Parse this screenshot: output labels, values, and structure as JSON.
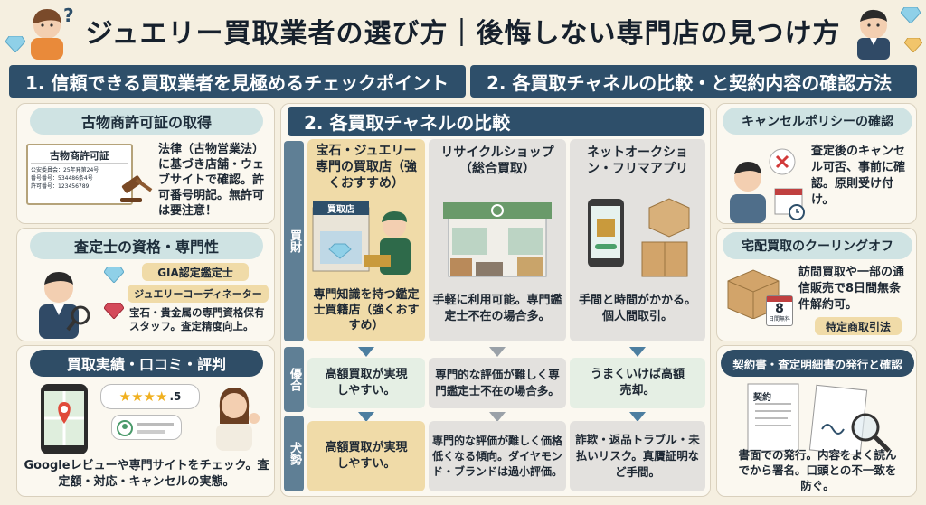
{
  "title": "ジュエリー買取業者の選び方｜後悔しない専門店の見つけ方",
  "section1": {
    "heading": "1. 信頼できる買取業者を見極めるチェックポイント",
    "license": {
      "label": "古物商許可証の取得",
      "cert_title": "古物商許可証",
      "cert_lines": [
        "公安委員会：25年発第24号",
        "番号番号：534486条4号",
        "許可番号：123456789"
      ],
      "text": "法律（古物営業法）に基づき店舗・ウェブサイトで確認。許可番号明記。無許可は要注意！"
    },
    "appraiser": {
      "label": "査定士の資格・専門性",
      "badge1": "GIA認定鑑定士",
      "badge2": "ジュエリーコーディネーター",
      "text": "宝石・貴金属の専門資格保有スタッフ。査定精度向上。"
    },
    "reviews": {
      "label": "買取実績・口コミ・評判",
      "stars": "★★★★",
      "rating": ".5",
      "text": "Googleレビューや専門サイトをチェック。査定額・対応・キャンセルの実態。"
    }
  },
  "section2": {
    "heading": "2. 各買取チャネルの比較・と契約内容の確認方法",
    "subheading": "2. 各買取チャネルの比較",
    "row_labels": {
      "buy": "買財",
      "pro": "優合",
      "con": "犬勢"
    },
    "columns": [
      {
        "header": "宝石・ジュエリー専門の買取店（強くおすすめ）",
        "shop_sign": "買取店",
        "desc": "専門知識を持つ鑑定士買籍店（強くおすすめ）",
        "merit": "高額買取が実現しやすい。",
        "demerit": "高額買取が実現しやすい。"
      },
      {
        "header": "リサイクルショップ（総合買取）",
        "desc": "手軽に利用可能。専門鑑定士不在の場合多。",
        "merit": "専門的な評価が難しく専門鑑定士不在の場合多。",
        "demerit": "専門的な評価が難しく価格低くなる傾向。ダイヤモンド・ブランドは過小評価。"
      },
      {
        "header": "ネットオークション・フリマアプリ",
        "desc": "手間と時間がかかる。個人間取引。",
        "merit": "うまくいけば高額売却。",
        "demerit": "詐欺・返品トラブル・未払いリスク。真贋証明など手間。"
      }
    ],
    "cancel": {
      "label": "キャンセルポリシーの確認",
      "text": "査定後のキャンセル可否、事前に確認。原則受け付け。"
    },
    "cooling": {
      "label": "宅配買取のクーリングオフ",
      "calendar_num": "8",
      "calendar_label": "日間無料",
      "text": "訪問買取や一部の通信販売で8日間無条件解約可。",
      "law": "特定商取引法"
    },
    "contract": {
      "label": "契約書・査定明細書の発行と確認",
      "doc_label": "契約",
      "text": "書面での発行。内容をよく読んでから署名。口頭との不一致を防ぐ。"
    }
  },
  "colors": {
    "navy": "#2e4f6a",
    "teal": "#cfe3e3",
    "gold": "#f0dba8",
    "cream": "#f5efe0"
  }
}
